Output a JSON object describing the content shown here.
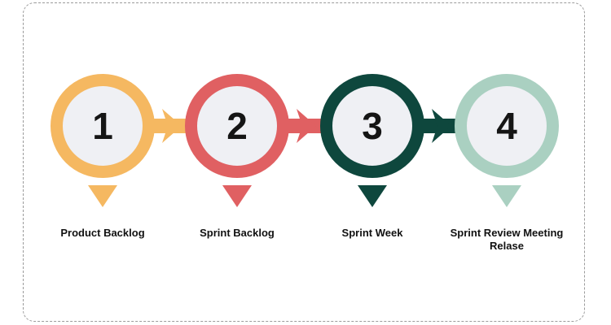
{
  "diagram": {
    "type": "process-steps",
    "frame_border_color": "#9b9b9b",
    "circle_fill": "#EFF0F4",
    "number_color": "#151515",
    "label_color": "#111111",
    "steps": [
      {
        "number": "1",
        "label": "Product Backlog",
        "color": "#F5B861"
      },
      {
        "number": "2",
        "label": "Sprint Backlog",
        "color": "#E06062"
      },
      {
        "number": "3",
        "label": "Sprint Week",
        "color": "#0E473D"
      },
      {
        "number": "4",
        "label": "Sprint Review Meeting Relase",
        "color": "#AAD0C1"
      }
    ]
  }
}
